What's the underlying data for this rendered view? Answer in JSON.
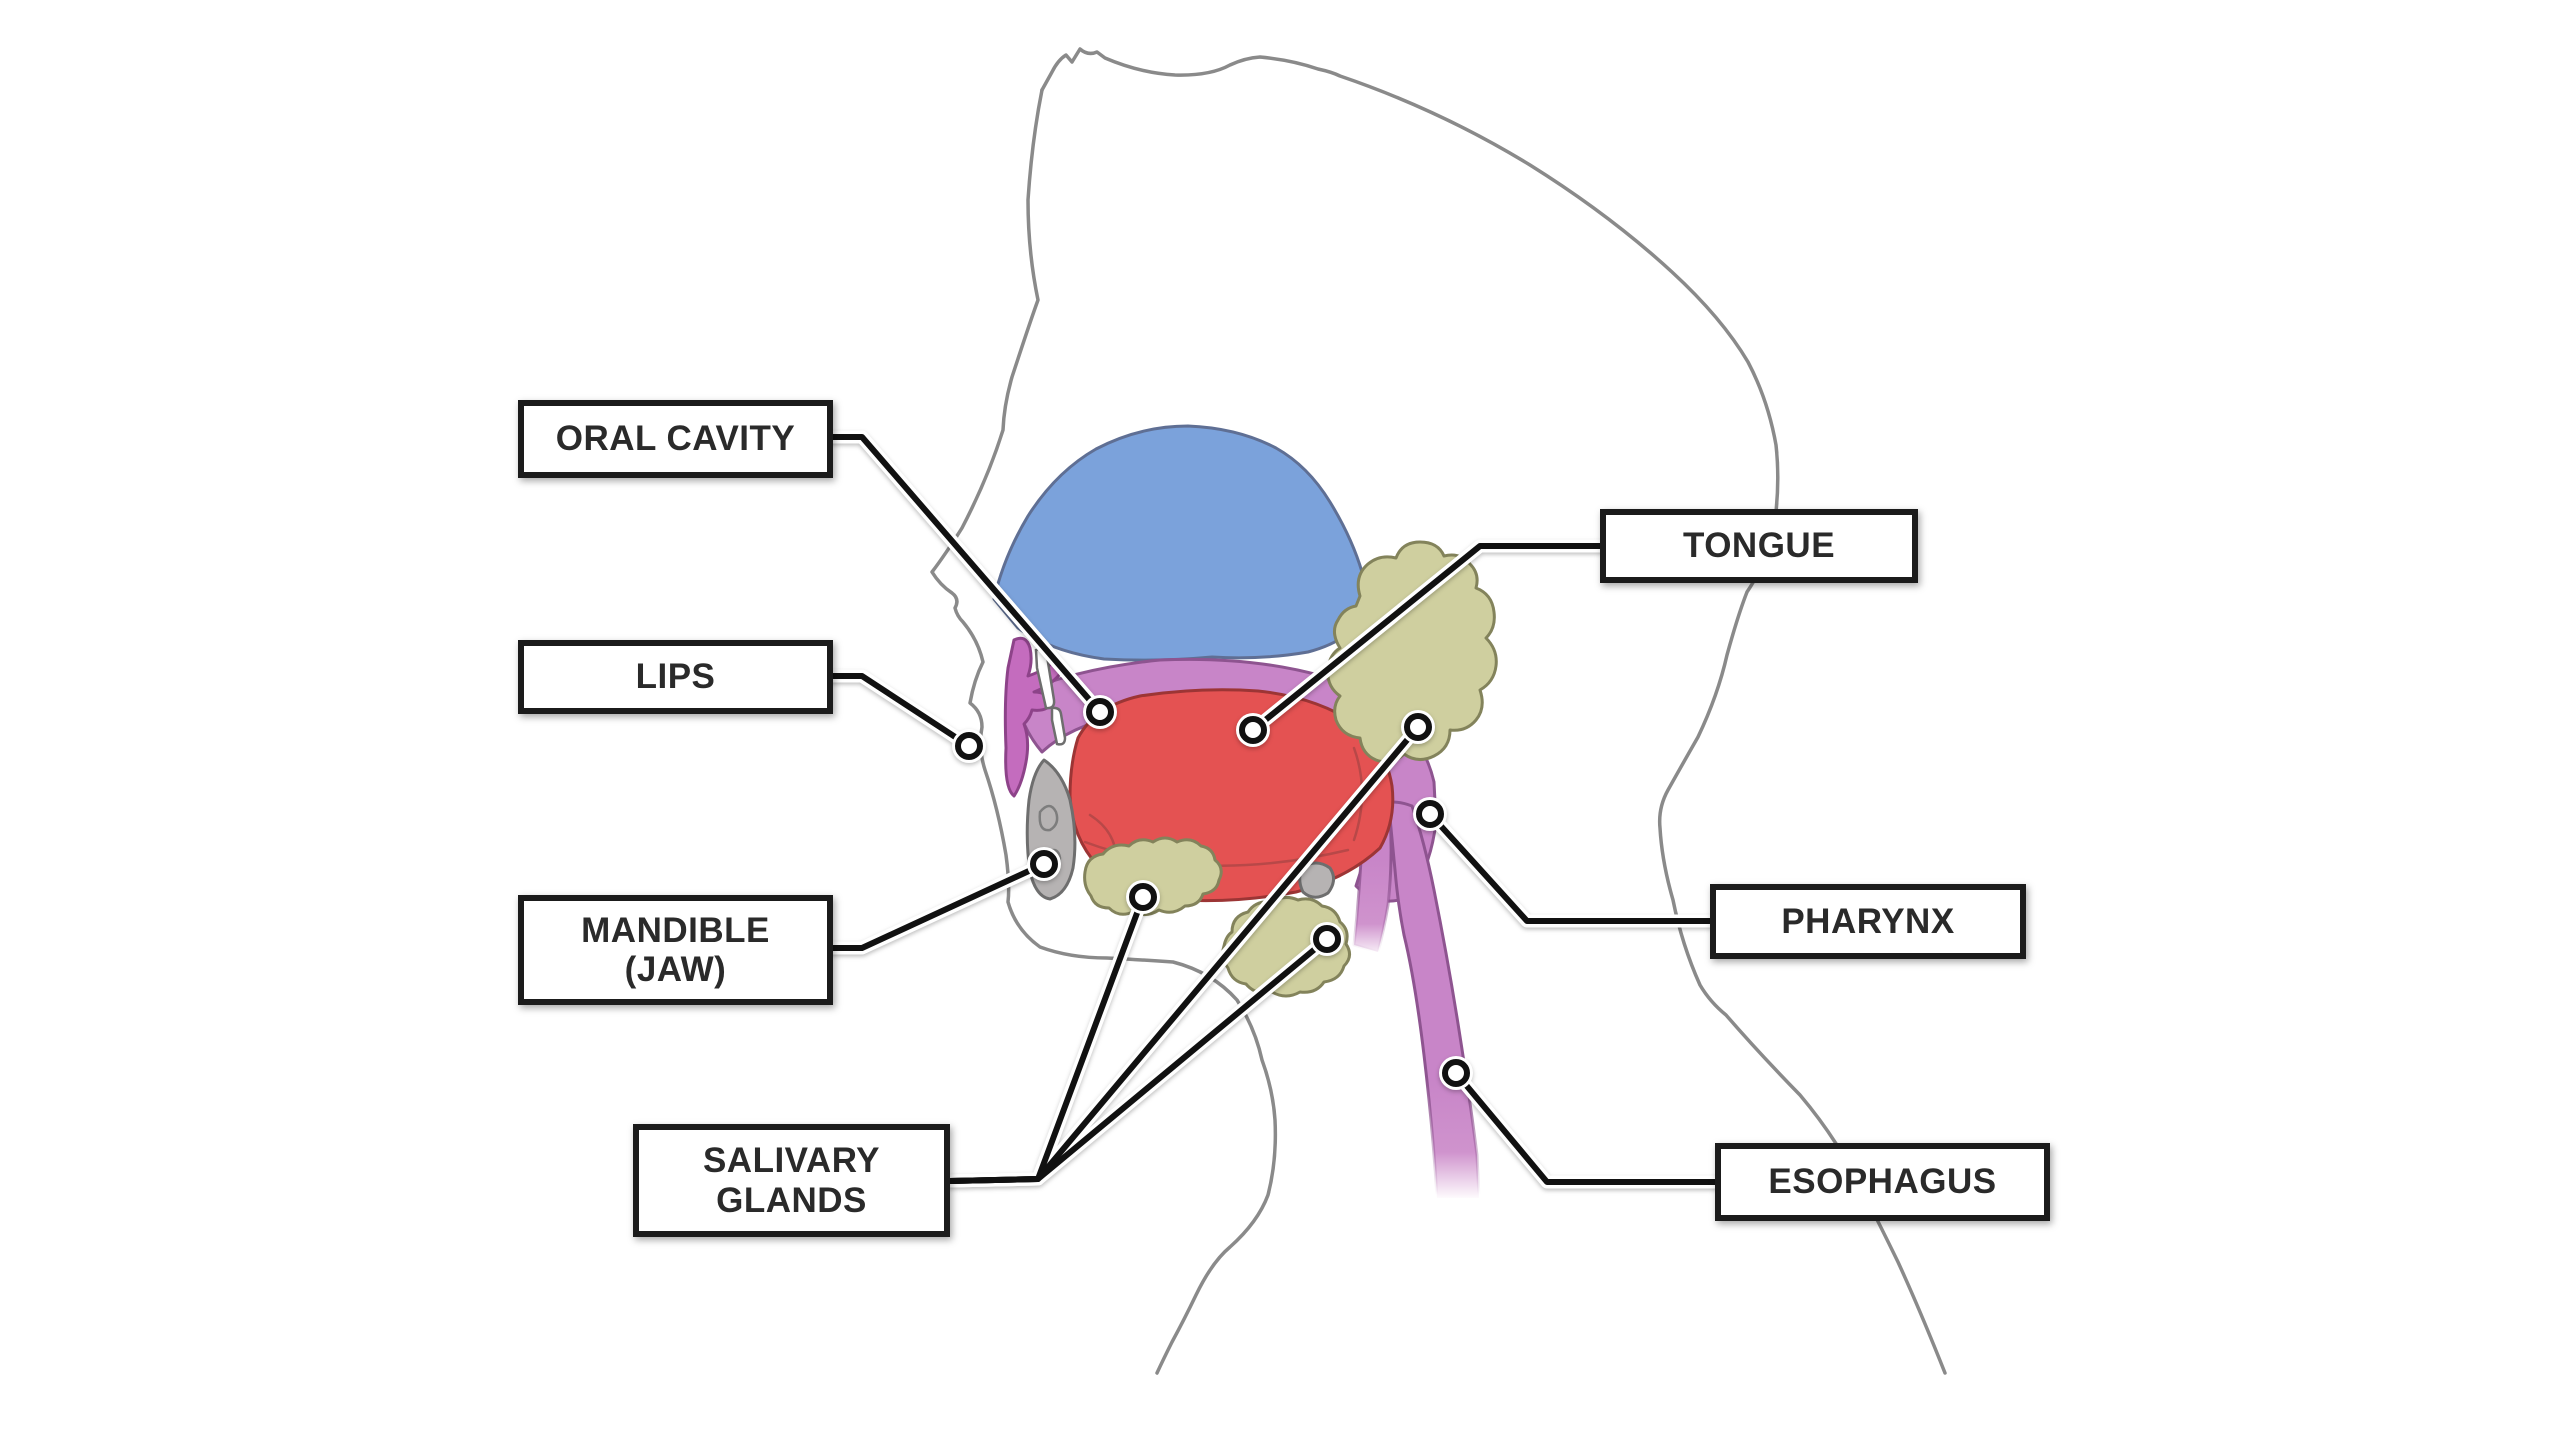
{
  "page": {
    "background": "#ffffff"
  },
  "labels": {
    "oral_cavity": "ORAL CAVITY",
    "lips": "LIPS",
    "mandible": "MANDIBLE\n(JAW)",
    "salivary_glands": "SALIVARY\nGLANDS",
    "tongue": "TONGUE",
    "pharynx": "PHARYNX",
    "esophagus": "ESOPHAGUS"
  },
  "colors": {
    "label_border": "#1b1b1b",
    "label_text": "#2a2a2a",
    "label_bg": "#ffffff",
    "leader_line": "#111111",
    "leader_casing": "#ffffff",
    "head_outline": "#8a8a8a",
    "palate_blue": "#7ba2db",
    "tongue_red": "#e45252",
    "mucosa_pink": "#c885c8",
    "lips_magenta": "#c46cbe",
    "glands_olive": "#cfcf9f",
    "bone_gray": "#b6b3b3",
    "teeth_white": "#ffffff"
  }
}
